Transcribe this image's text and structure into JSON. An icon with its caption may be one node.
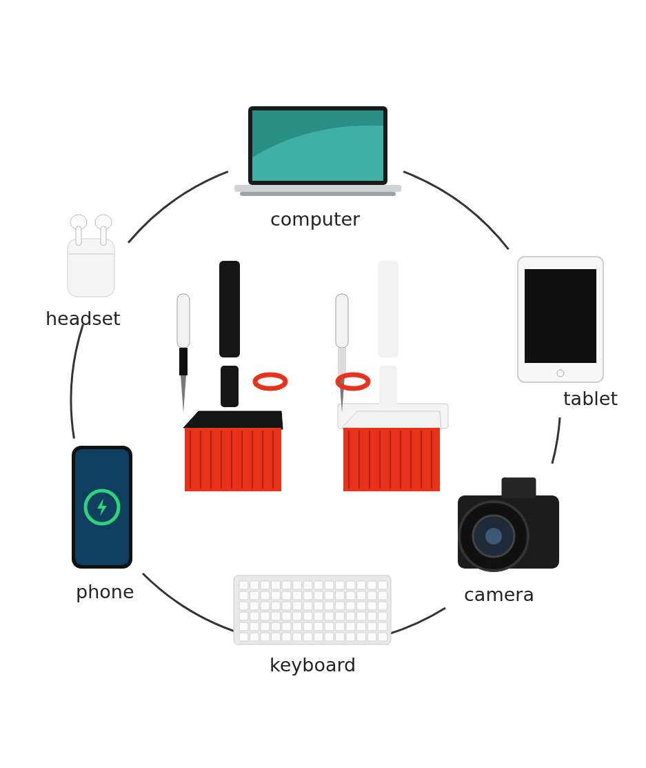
{
  "diagram": {
    "nodes": [
      {
        "text": [
          "computer"
        ]
      },
      {
        "text": [
          "headset"
        ]
      },
      {
        "text": [
          "tablet"
        ]
      },
      {
        "text": [
          "phone"
        ]
      },
      {
        "text": [
          "camera"
        ]
      },
      {
        "text": [
          "keyboard"
        ]
      }
    ],
    "edges": [
      {
        "from": 0,
        "to": 2,
        "arrow": "none"
      },
      {
        "from": 2,
        "to": 4,
        "arrow": "none"
      },
      {
        "from": 4,
        "to": 5,
        "arrow": "none"
      },
      {
        "from": 5,
        "to": 3,
        "arrow": "none"
      },
      {
        "from": 3,
        "to": 1,
        "arrow": "none"
      },
      {
        "from": 1,
        "to": 0,
        "arrow": "none"
      }
    ]
  }
}
